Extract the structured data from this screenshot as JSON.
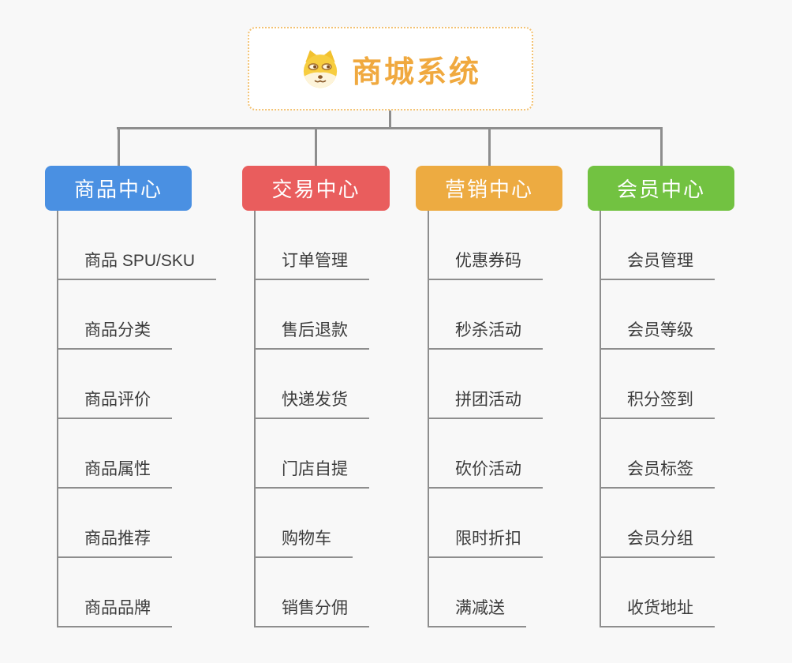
{
  "root": {
    "title": "商城系统",
    "icon": "doge-icon",
    "title_color": "#f0a93f",
    "border_color": "#f3c273"
  },
  "style": {
    "background_color": "#f8f8f8",
    "connector_color": "#8e8e8e",
    "text_color": "#3b3b3b"
  },
  "branches": [
    {
      "label": "商品中心",
      "color": "#4a90e2",
      "children": [
        "商品 SPU/SKU",
        "商品分类",
        "商品评价",
        "商品属性",
        "商品推荐",
        "商品品牌"
      ]
    },
    {
      "label": "交易中心",
      "color": "#e95d5d",
      "children": [
        "订单管理",
        "售后退款",
        "快递发货",
        "门店自提",
        "购物车",
        "销售分佣"
      ]
    },
    {
      "label": "营销中心",
      "color": "#edab41",
      "children": [
        "优惠券码",
        "秒杀活动",
        "拼团活动",
        "砍价活动",
        "限时折扣",
        "满减送"
      ]
    },
    {
      "label": "会员中心",
      "color": "#72c241",
      "children": [
        "会员管理",
        "会员等级",
        "积分签到",
        "会员标签",
        "会员分组",
        "收货地址"
      ]
    }
  ]
}
